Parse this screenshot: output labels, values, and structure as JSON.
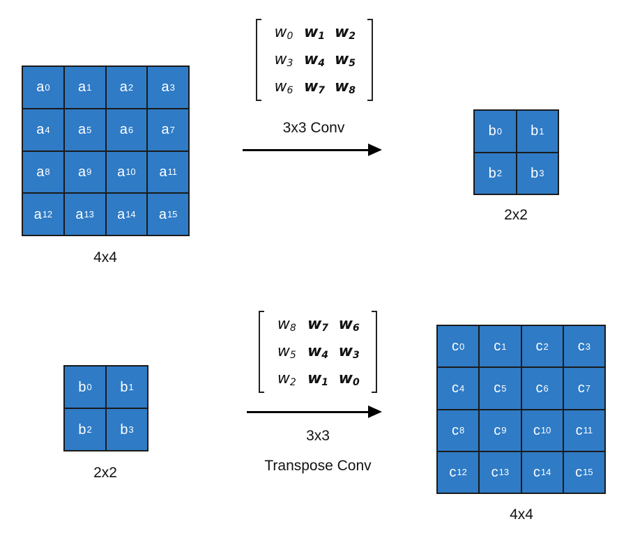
{
  "top": {
    "input_grid": {
      "size_label": "4x4",
      "cells": [
        {
          "base": "a",
          "idx": "0"
        },
        {
          "base": "a",
          "idx": "1"
        },
        {
          "base": "a",
          "idx": "2"
        },
        {
          "base": "a",
          "idx": "3"
        },
        {
          "base": "a",
          "idx": "4"
        },
        {
          "base": "a",
          "idx": "5"
        },
        {
          "base": "a",
          "idx": "6"
        },
        {
          "base": "a",
          "idx": "7"
        },
        {
          "base": "a",
          "idx": "8"
        },
        {
          "base": "a",
          "idx": "9"
        },
        {
          "base": "a",
          "idx": "10"
        },
        {
          "base": "a",
          "idx": "11"
        },
        {
          "base": "a",
          "idx": "12"
        },
        {
          "base": "a",
          "idx": "13"
        },
        {
          "base": "a",
          "idx": "14"
        },
        {
          "base": "a",
          "idx": "15"
        }
      ]
    },
    "kernel": [
      [
        {
          "base": "w",
          "idx": "0",
          "bold": false
        },
        {
          "base": "w",
          "idx": "1",
          "bold": true
        },
        {
          "base": "w",
          "idx": "2",
          "bold": true
        }
      ],
      [
        {
          "base": "w",
          "idx": "3",
          "bold": false
        },
        {
          "base": "w",
          "idx": "4",
          "bold": true
        },
        {
          "base": "w",
          "idx": "5",
          "bold": true
        }
      ],
      [
        {
          "base": "w",
          "idx": "6",
          "bold": false
        },
        {
          "base": "w",
          "idx": "7",
          "bold": true
        },
        {
          "base": "w",
          "idx": "8",
          "bold": true
        }
      ]
    ],
    "op_label": "3x3 Conv",
    "output_grid": {
      "size_label": "2x2",
      "cells": [
        {
          "base": "b",
          "idx": "0"
        },
        {
          "base": "b",
          "idx": "1"
        },
        {
          "base": "b",
          "idx": "2"
        },
        {
          "base": "b",
          "idx": "3"
        }
      ]
    }
  },
  "bottom": {
    "input_grid": {
      "size_label": "2x2",
      "cells": [
        {
          "base": "b",
          "idx": "0"
        },
        {
          "base": "b",
          "idx": "1"
        },
        {
          "base": "b",
          "idx": "2"
        },
        {
          "base": "b",
          "idx": "3"
        }
      ]
    },
    "kernel": [
      [
        {
          "base": "w",
          "idx": "8",
          "bold": false
        },
        {
          "base": "w",
          "idx": "7",
          "bold": true
        },
        {
          "base": "w",
          "idx": "6",
          "bold": true
        }
      ],
      [
        {
          "base": "w",
          "idx": "5",
          "bold": false
        },
        {
          "base": "w",
          "idx": "4",
          "bold": true
        },
        {
          "base": "w",
          "idx": "3",
          "bold": true
        }
      ],
      [
        {
          "base": "w",
          "idx": "2",
          "bold": false
        },
        {
          "base": "w",
          "idx": "1",
          "bold": true
        },
        {
          "base": "w",
          "idx": "0",
          "bold": true
        }
      ]
    ],
    "op_label_line1": "3x3",
    "op_label_line2": "Transpose Conv",
    "output_grid": {
      "size_label": "4x4",
      "cells": [
        {
          "base": "c",
          "idx": "0"
        },
        {
          "base": "c",
          "idx": "1"
        },
        {
          "base": "c",
          "idx": "2"
        },
        {
          "base": "c",
          "idx": "3"
        },
        {
          "base": "c",
          "idx": "4"
        },
        {
          "base": "c",
          "idx": "5"
        },
        {
          "base": "c",
          "idx": "6"
        },
        {
          "base": "c",
          "idx": "7"
        },
        {
          "base": "c",
          "idx": "8"
        },
        {
          "base": "c",
          "idx": "9"
        },
        {
          "base": "c",
          "idx": "10"
        },
        {
          "base": "c",
          "idx": "11"
        },
        {
          "base": "c",
          "idx": "12"
        },
        {
          "base": "c",
          "idx": "13"
        },
        {
          "base": "c",
          "idx": "14"
        },
        {
          "base": "c",
          "idx": "15"
        }
      ]
    }
  }
}
